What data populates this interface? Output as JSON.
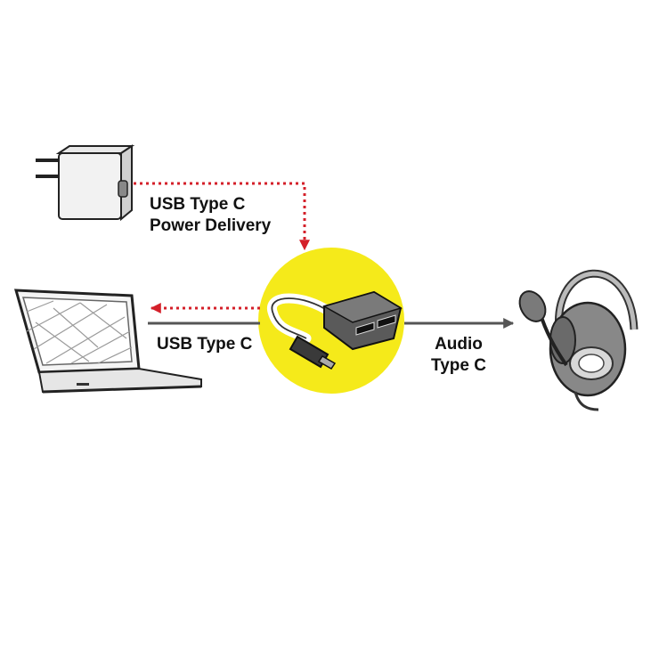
{
  "colors": {
    "power_arrow": "#d4202a",
    "signal_arrow": "#555555",
    "hub_circle": "#f5ea1a"
  },
  "labels": {
    "power_line1": "USB Type C",
    "power_line2": "Power Delivery",
    "laptop_link": "USB Type C",
    "audio_line1": "Audio",
    "audio_line2": "Type C"
  },
  "icons": {
    "charger": "power-adapter-icon",
    "laptop": "laptop-icon",
    "adapter": "usb-c-splitter-icon",
    "headset": "headset-icon"
  }
}
